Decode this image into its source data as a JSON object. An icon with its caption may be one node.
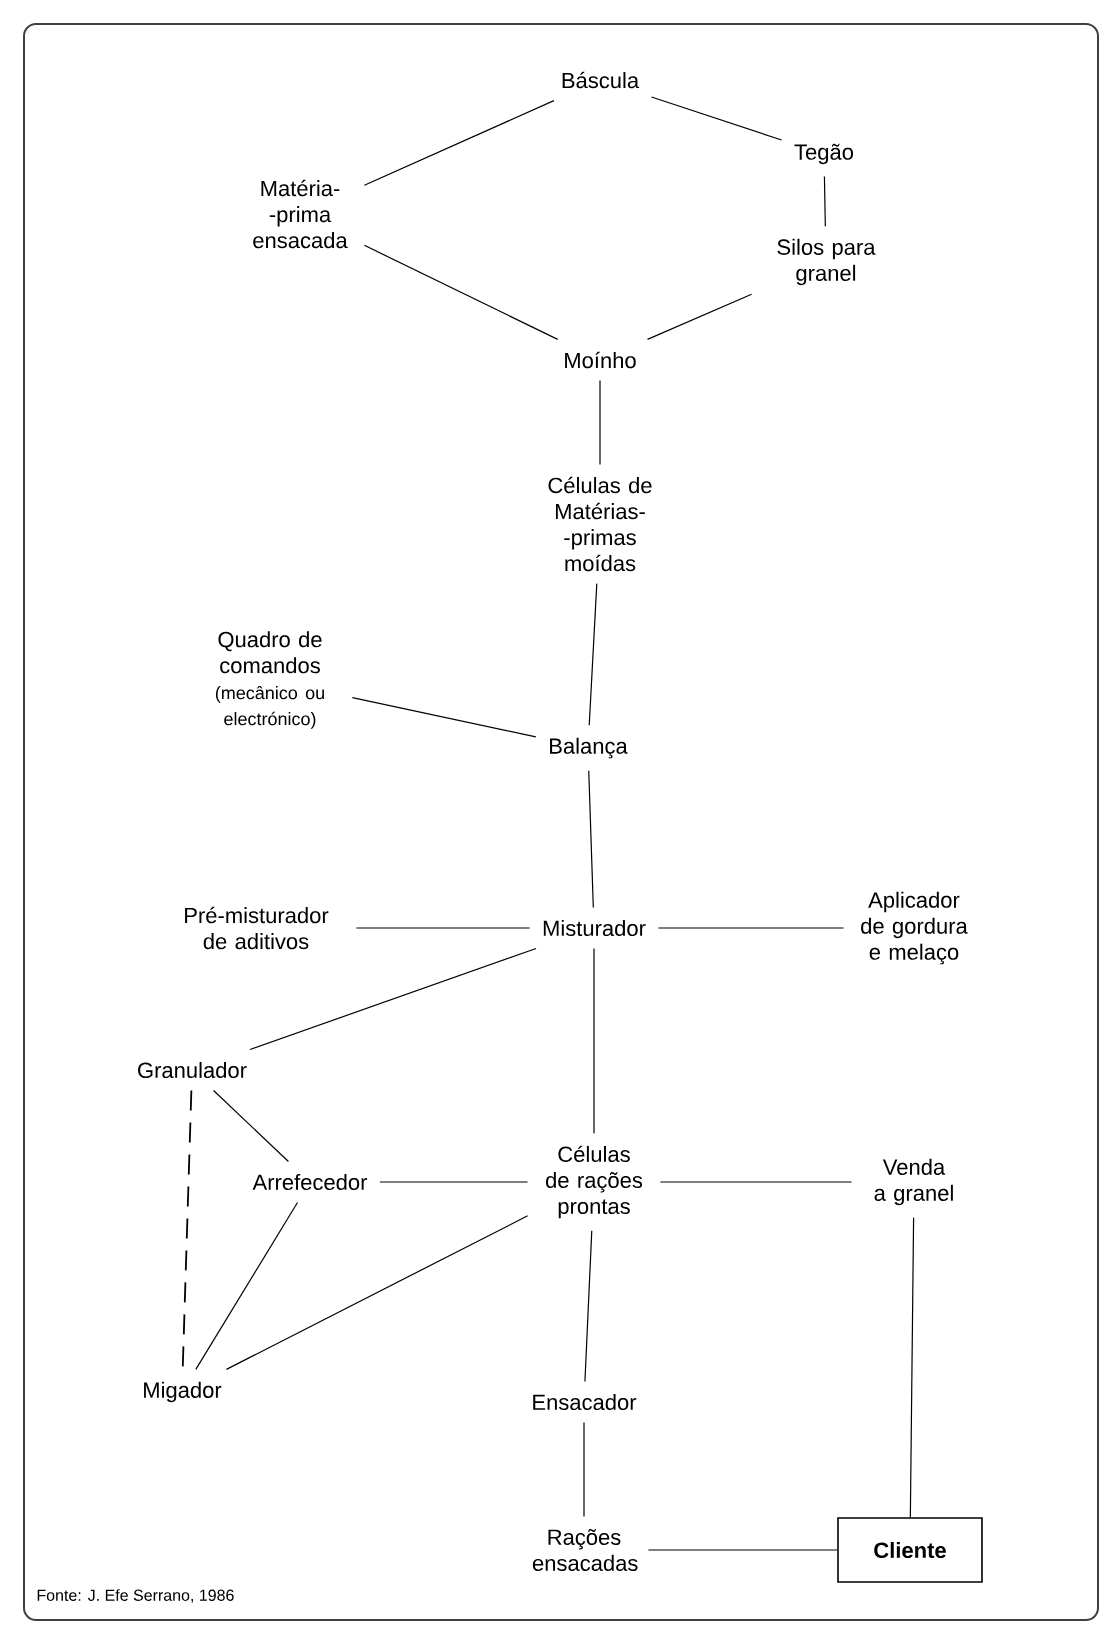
{
  "diagram": {
    "caption": "Fonte: J. Efe Serrano, 1986",
    "nodes": [
      {
        "text": [
          "Báscula"
        ]
      },
      {
        "text": [
          "Matéria- -prima ensacada"
        ]
      },
      {
        "text": [
          "Tegão"
        ]
      },
      {
        "text": [
          "Silos para granel"
        ]
      },
      {
        "text": [
          "Moínho"
        ]
      },
      {
        "text": [
          "Células de Matérias- -primas moídas"
        ]
      },
      {
        "text": [
          "Quadro de comandos",
          "(mecânico ou electrónico)"
        ]
      },
      {
        "text": [
          "Balança"
        ]
      },
      {
        "text": [
          "Pré-misturador de aditivos"
        ]
      },
      {
        "text": [
          "Misturador"
        ]
      },
      {
        "text": [
          "Aplicador de gordura e melaço"
        ]
      },
      {
        "text": [
          "Granulador"
        ]
      },
      {
        "text": [
          "Arrefecedor"
        ]
      },
      {
        "text": [
          "Células de rações prontas"
        ]
      },
      {
        "text": [
          "Venda a granel"
        ]
      },
      {
        "text": [
          "Migador"
        ]
      },
      {
        "text": [
          "Ensacador"
        ]
      },
      {
        "text": [
          "Rações ensacadas"
        ]
      },
      {
        "text": [
          "Cliente"
        ]
      }
    ],
    "edges": [
      {
        "from": 0,
        "to": 1,
        "arrow": "none"
      },
      {
        "from": 0,
        "to": 2,
        "arrow": "none"
      },
      {
        "from": 2,
        "to": 3,
        "arrow": "none"
      },
      {
        "from": 1,
        "to": 4,
        "arrow": "none"
      },
      {
        "from": 3,
        "to": 4,
        "arrow": "none"
      },
      {
        "from": 4,
        "to": 5,
        "arrow": "none"
      },
      {
        "from": 5,
        "to": 7,
        "arrow": "none"
      },
      {
        "from": 6,
        "to": 7,
        "arrow": "none"
      },
      {
        "from": 7,
        "to": 9,
        "arrow": "none"
      },
      {
        "from": 8,
        "to": 9,
        "arrow": "none"
      },
      {
        "from": 9,
        "to": 10,
        "arrow": "none"
      },
      {
        "from": 9,
        "to": 11,
        "arrow": "none"
      },
      {
        "from": 9,
        "to": 13,
        "arrow": "none"
      },
      {
        "from": 11,
        "to": 12,
        "arrow": "none"
      },
      {
        "from": 11,
        "to": 15,
        "arrow": "none",
        "style": "dashed"
      },
      {
        "from": 12,
        "to": 15,
        "arrow": "none"
      },
      {
        "from": 12,
        "to": 13,
        "arrow": "none"
      },
      {
        "from": 15,
        "to": 13,
        "arrow": "none"
      },
      {
        "from": 13,
        "to": 14,
        "arrow": "none"
      },
      {
        "from": 13,
        "to": 16,
        "arrow": "none"
      },
      {
        "from": 16,
        "to": 17,
        "arrow": "none"
      },
      {
        "from": 17,
        "to": 18,
        "arrow": "none"
      },
      {
        "from": 14,
        "to": 18,
        "arrow": "none"
      }
    ]
  }
}
